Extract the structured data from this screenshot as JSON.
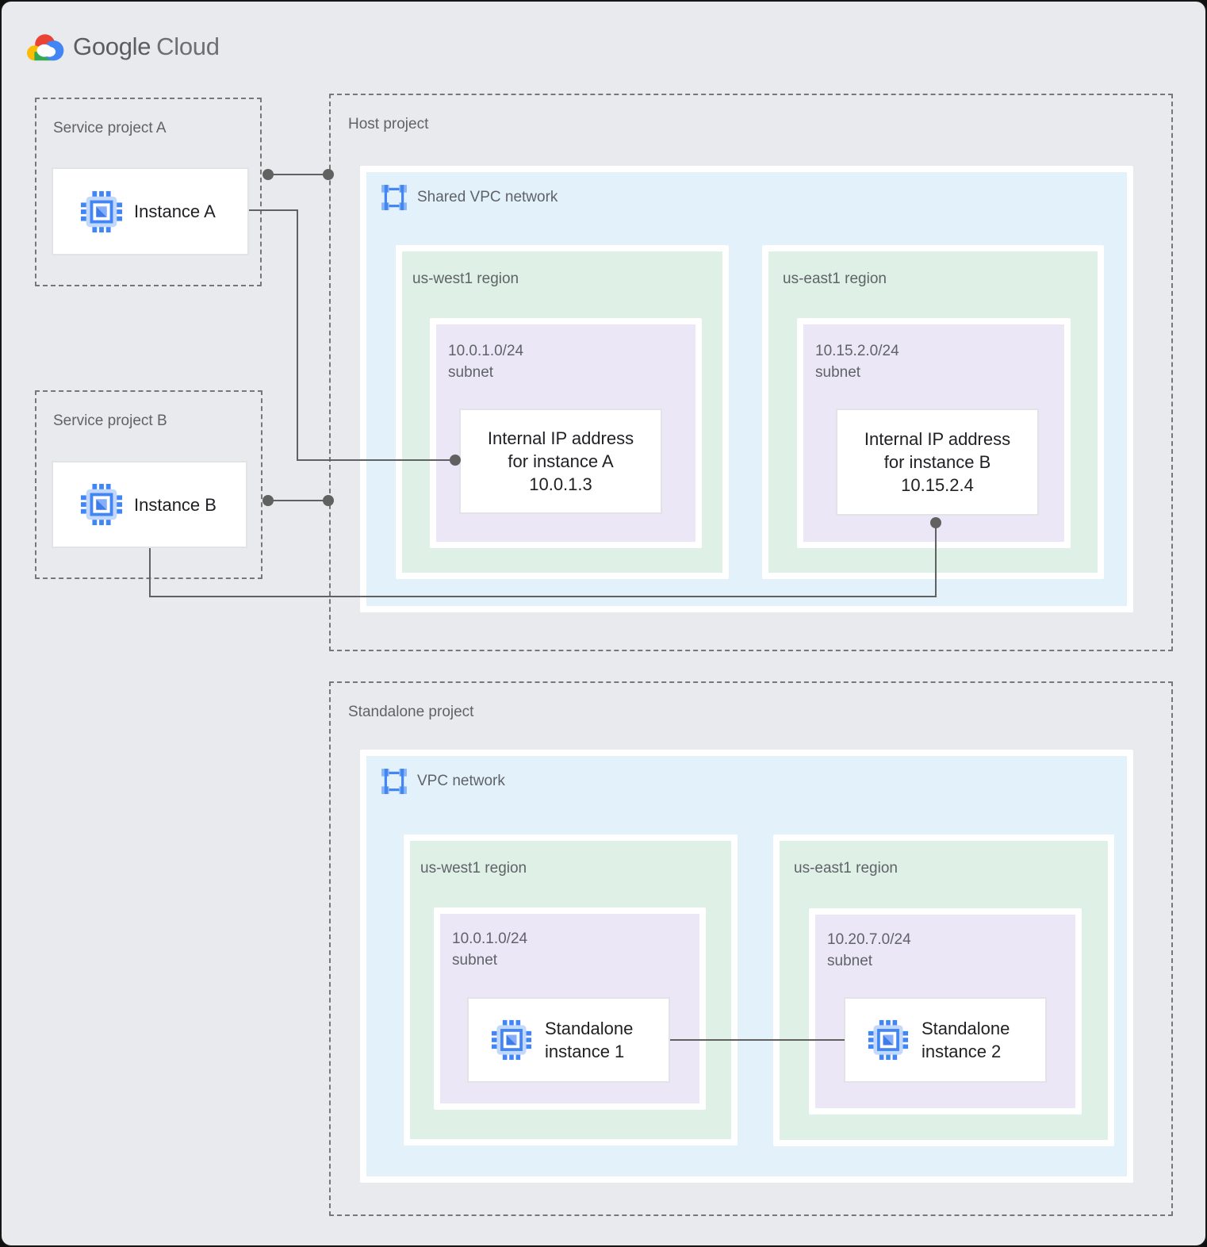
{
  "logo": {
    "google": "Google",
    "cloud": "Cloud"
  },
  "colors": {
    "background": "#E8EAED",
    "zone_blue": "#E3F1FB",
    "zone_green": "#DFF0E7",
    "zone_purple": "#ECE7F6",
    "accent_blue": "#4285F4",
    "connector_gray": "#616161",
    "label_gray": "#5F6368",
    "text_dark": "#202124"
  },
  "service_project_a": {
    "title": "Service project A",
    "instance": "Instance A"
  },
  "service_project_b": {
    "title": "Service project B",
    "instance": "Instance B"
  },
  "host_project": {
    "title": "Host project",
    "network": "Shared VPC network",
    "regions": [
      {
        "name": "us-west1 region",
        "cidr": "10.0.1.0/24",
        "subnet": "subnet",
        "card": [
          "Internal IP address",
          "for instance A",
          "10.0.1.3"
        ]
      },
      {
        "name": "us-east1 region",
        "cidr": "10.15.2.0/24",
        "subnet": "subnet",
        "card": [
          "Internal IP address",
          "for instance B",
          "10.15.2.4"
        ]
      }
    ]
  },
  "standalone_project": {
    "title": "Standalone project",
    "network": "VPC network",
    "regions": [
      {
        "name": "us-west1 region",
        "cidr": "10.0.1.0/24",
        "subnet": "subnet",
        "instance": [
          "Standalone",
          "instance 1"
        ]
      },
      {
        "name": "us-east1 region",
        "cidr": "10.20.7.0/24",
        "subnet": "subnet",
        "instance": [
          "Standalone",
          "instance 2"
        ]
      }
    ]
  }
}
